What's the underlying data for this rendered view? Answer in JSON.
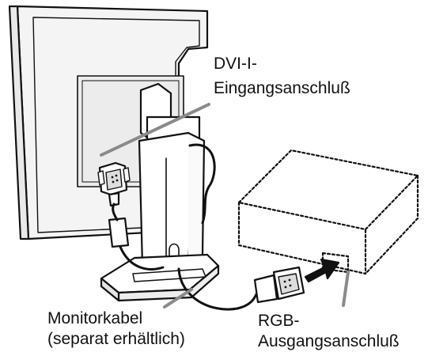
{
  "labels": {
    "dvi_line1": "DVI-I-",
    "dvi_line2": "Eingangsanschluß",
    "cable_line1": "Monitorkabel",
    "cable_line2": "(separat erhältlich)",
    "rgb_line1": "RGB-",
    "rgb_line2": "Ausgangsanschluß"
  },
  "colors": {
    "line": "#111111",
    "pointer": "#8a8a8a",
    "monitor_fill": "#f4f4f4",
    "stand_fill": "#ffffff",
    "screen_fill": "#e8e8e8"
  }
}
